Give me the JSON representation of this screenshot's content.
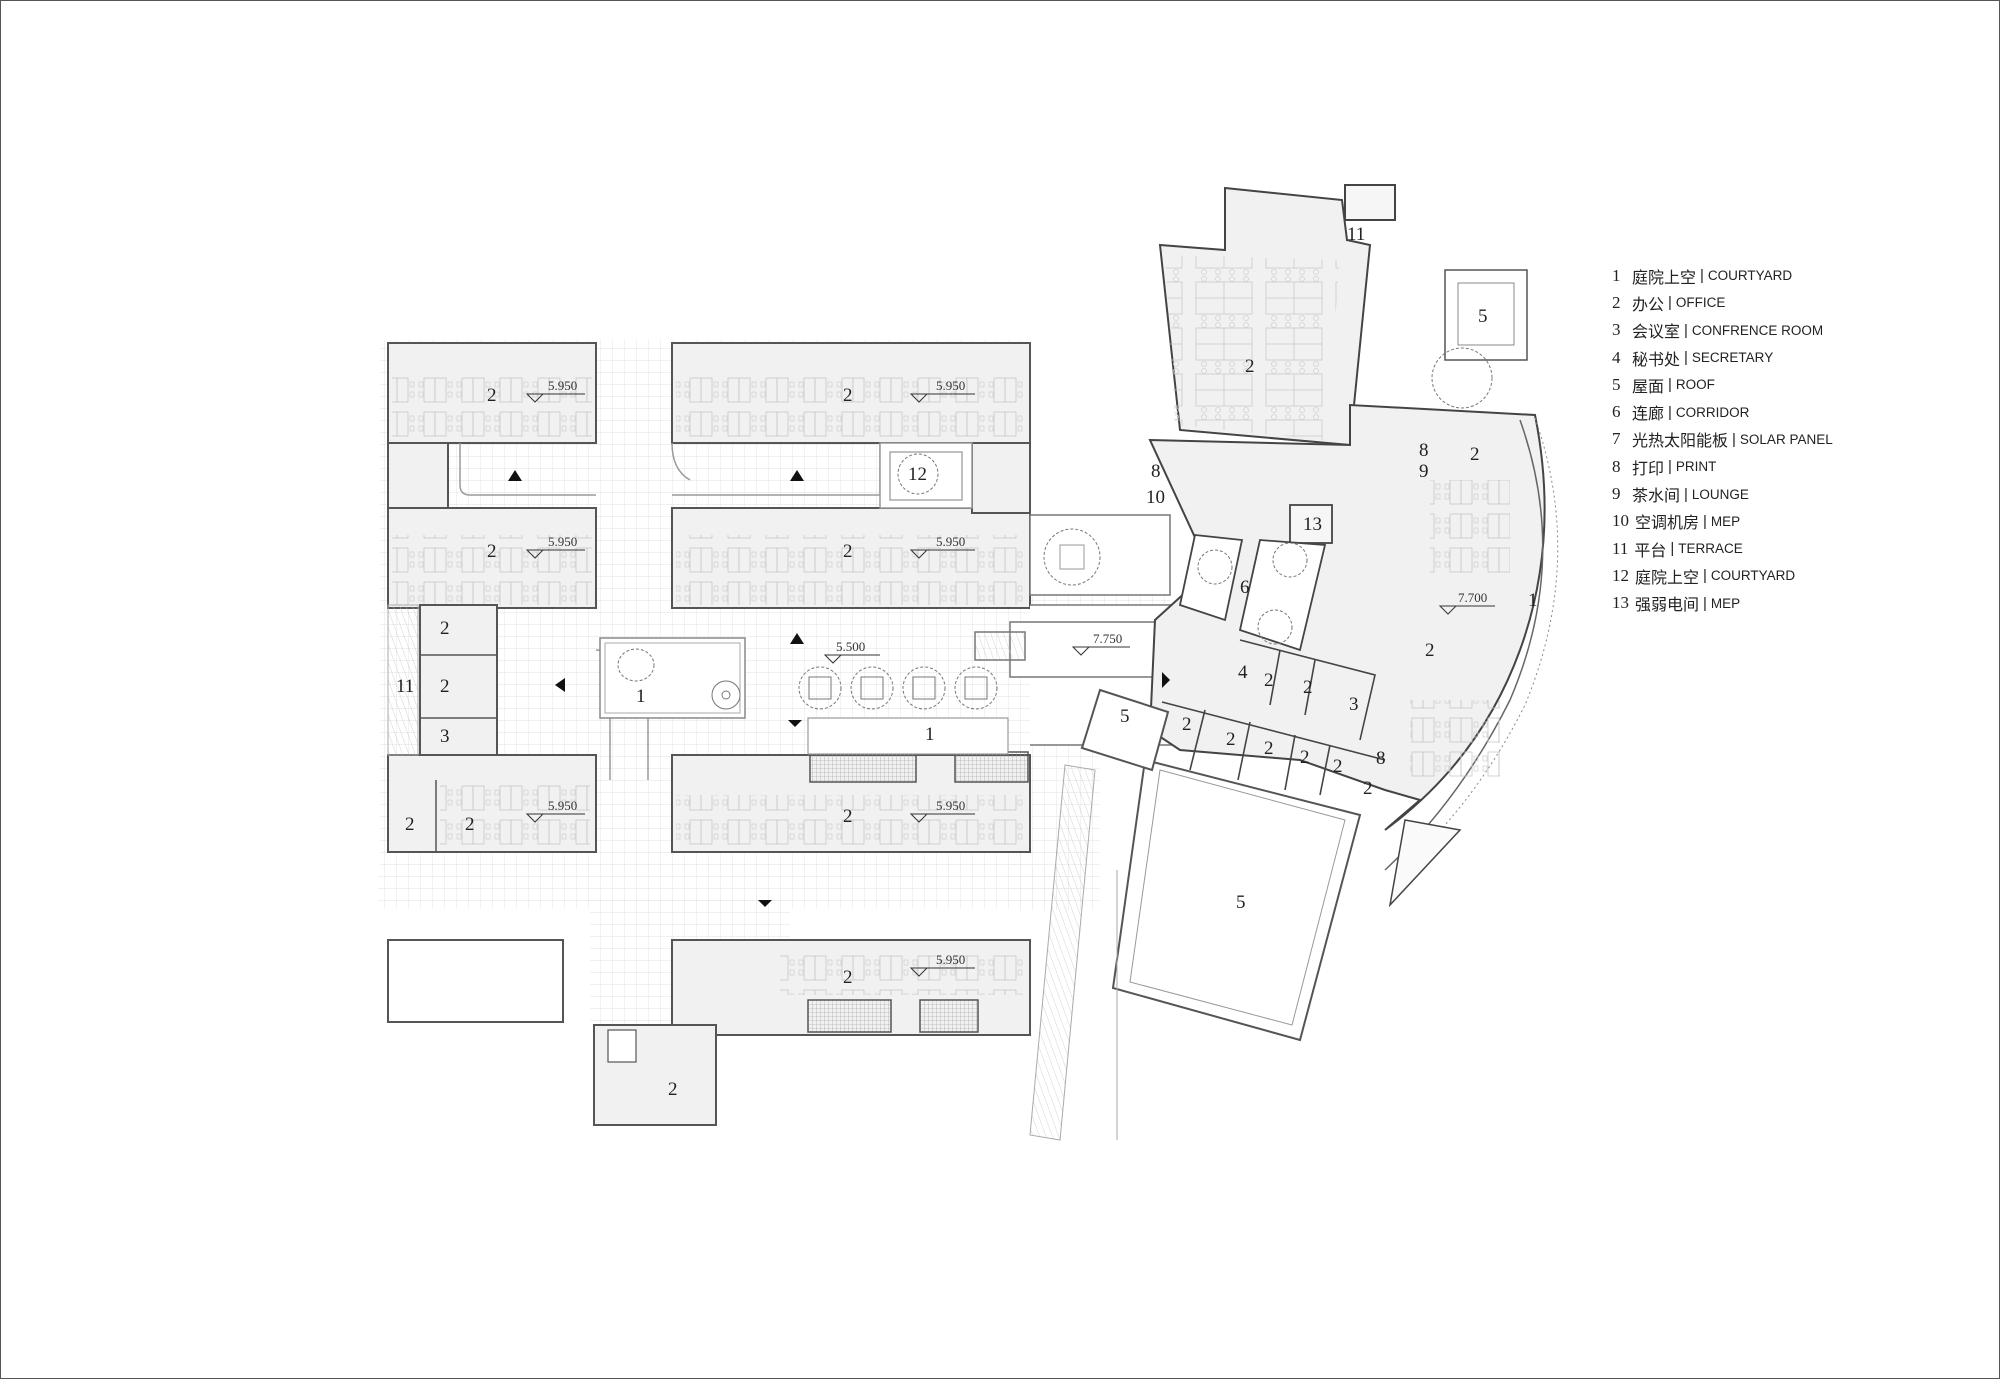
{
  "legend": {
    "items": [
      {
        "num": "1",
        "zh": "庭院上空",
        "en": "COURTYARD"
      },
      {
        "num": "2",
        "zh": "办公",
        "en": "OFFICE"
      },
      {
        "num": "3",
        "zh": "会议室",
        "en": "CONFRENCE ROOM"
      },
      {
        "num": "4",
        "zh": "秘书处",
        "en": "SECRETARY"
      },
      {
        "num": "5",
        "zh": "屋面",
        "en": "ROOF"
      },
      {
        "num": "6",
        "zh": "连廊",
        "en": "CORRIDOR"
      },
      {
        "num": "7",
        "zh": "光热太阳能板",
        "en": "SOLAR PANEL"
      },
      {
        "num": "8",
        "zh": "打印",
        "en": "PRINT"
      },
      {
        "num": "9",
        "zh": "茶水间",
        "en": "LOUNGE"
      },
      {
        "num": "10",
        "zh": "空调机房",
        "en": "MEP"
      },
      {
        "num": "11",
        "zh": "平台",
        "en": "TERRACE"
      },
      {
        "num": "12",
        "zh": "庭院上空",
        "en": "COURTYARD"
      },
      {
        "num": "13",
        "zh": "强弱电间",
        "en": "MEP"
      }
    ],
    "separator": "|"
  },
  "plan": {
    "elevations": {
      "e1": "5.950",
      "e2": "5.950",
      "e3": "5.950",
      "e4": "5.950",
      "e5": "5.950",
      "e6": "5.950",
      "e7": "5.950",
      "courtyard": "5.500",
      "bridge": "7.750",
      "east": "7.700"
    },
    "room_labels": {
      "nw_office": "2",
      "ne_office": "2",
      "w2_office": "2",
      "c2_office": "2",
      "courtyard_12": "12",
      "terrace_11": "11",
      "wing_office_a": "2",
      "wing_office_b": "2",
      "wing_conf": "3",
      "courtyard_main": "1",
      "courtyard_south": "1",
      "sw_office_small": "2",
      "sw_office": "2",
      "s_office": "2",
      "bottom_office": "2",
      "bottom_annex": "2",
      "north_office": "2",
      "ne_terrace_11": "11",
      "roof_ne": "5",
      "print_a": "8",
      "mep_10": "10",
      "print_b": "8",
      "lounge_9": "9",
      "east_office_small": "2",
      "mep_13": "13",
      "corridor_6": "6",
      "courtyard_east": "1",
      "secretary_4": "4",
      "east_r1": "2",
      "east_r2": "2",
      "east_conf_3": "3",
      "east_open": "2",
      "roof_small": "5",
      "east_r3": "2",
      "east_r4": "2",
      "east_r5": "2",
      "east_r6": "2",
      "east_r7": "2",
      "print_c": "8",
      "east_r8": "2",
      "roof_large": "5"
    }
  }
}
